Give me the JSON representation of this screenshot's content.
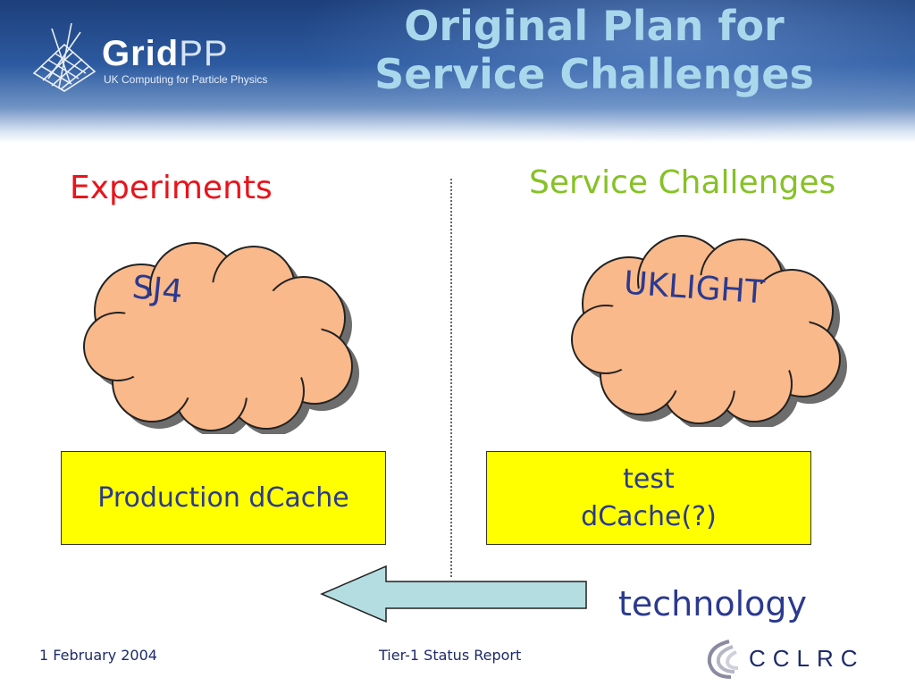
{
  "header": {
    "logo_name_bold": "Grid",
    "logo_name_light": "PP",
    "logo_tagline": "UK Computing for Particle Physics",
    "title_line1": "Original Plan for",
    "title_line2": "Service Challenges"
  },
  "left": {
    "heading": "Experiments",
    "cloud_label": "SJ4",
    "box_label": "Production dCache"
  },
  "right": {
    "heading": "Service Challenges",
    "cloud_label": "UKLIGHT",
    "box_line1": "test",
    "box_line2": "dCache(?)"
  },
  "arrow_label": "technology",
  "footer": {
    "date": "1 February 2004",
    "title": "Tier-1 Status Report",
    "org_logo": "CCLRC"
  },
  "colors": {
    "title": "#a9d8ec",
    "experiments": "#e8141c",
    "service_challenges": "#86c225",
    "cloud_fill": "#f9b98a",
    "box_fill": "#ffff00",
    "arrow_fill": "#b4dde1",
    "label_blue": "#2b3a8f"
  },
  "icons": [
    "gridpp-logo-icon",
    "cloud-shape",
    "left-arrow",
    "cclrc-logo-icon"
  ]
}
